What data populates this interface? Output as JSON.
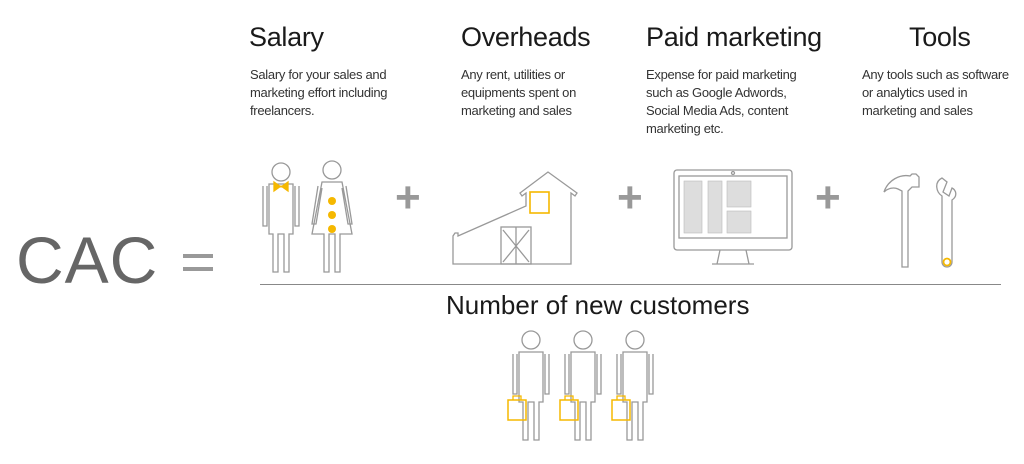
{
  "formula": {
    "lhs": "CAC",
    "equals": "=",
    "plus": "+",
    "denominator": "Number of new customers"
  },
  "components": [
    {
      "title": "Salary",
      "desc": "Salary for your sales and\nmarketing effort including\nfreelancers."
    },
    {
      "title": "Overheads",
      "desc": "Any rent, utilities or\nequipments spent on\nmarketing and sales"
    },
    {
      "title": "Paid marketing",
      "desc": "Expense for paid marketing\nsuch as Google Adwords,\nSocial Media Ads, content\nmarketing etc."
    },
    {
      "title": "Tools",
      "desc": "Any tools such as software\nor analytics used in\nmarketing and sales"
    }
  ],
  "colors": {
    "accent": "#f5b800",
    "outline": "#999999",
    "plus": "#999999"
  }
}
